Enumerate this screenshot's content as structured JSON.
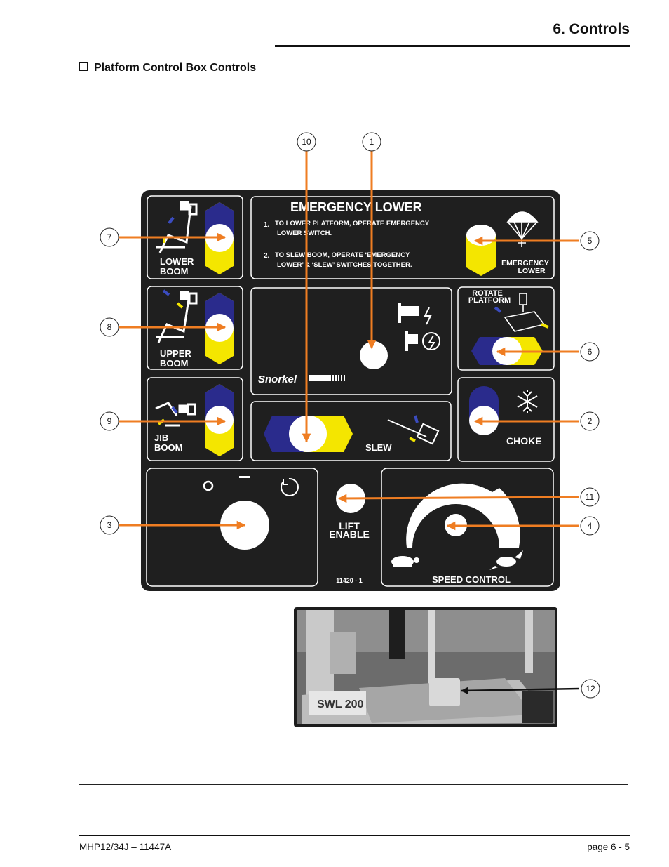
{
  "header": {
    "chapter_title": "6. Controls"
  },
  "section": {
    "heading": "Platform Control Box Controls"
  },
  "panel": {
    "emergency_lower": {
      "title": "EMERGENCY LOWER",
      "step1_num": "1.",
      "step1_line1": "TO LOWER PLATFORM, OPERATE EMERGENCY",
      "step1_line2": "LOWER SWITCH.",
      "step2_num": "2.",
      "step2_line1": "TO SLEW BOOM, OPERATE ‘EMERGENCY",
      "step2_line2": "LOWER’ & ‘SLEW’ SWITCHES TOGETHER.",
      "switch_line1": "EMERGENCY",
      "switch_line2": "LOWER"
    },
    "lower_boom": {
      "line1": "LOWER",
      "line2": "BOOM"
    },
    "upper_boom": {
      "line1": "UPPER",
      "line2": "BOOM"
    },
    "jib_boom": {
      "line1": "JIB",
      "line2": "BOOM"
    },
    "rotate_platform": {
      "line1": "ROTATE",
      "line2": "PLATFORM"
    },
    "brand": "Snorkel",
    "slew_label": "SLEW",
    "choke_label": "CHOKE",
    "lift_enable": {
      "line1": "LIFT",
      "line2": "ENABLE"
    },
    "part_number": "11420 - 1",
    "speed_control_label": "SPEED CONTROL"
  },
  "photo": {
    "plate_text": "SWL 200"
  },
  "callouts": [
    "10",
    "1",
    "7",
    "5",
    "8",
    "6",
    "9",
    "2",
    "11",
    "3",
    "4",
    "12"
  ],
  "footer": {
    "left": "MHP12/34J – 11447A",
    "right": "page  6 - 5"
  },
  "colors": {
    "arrow": "#ef7d22",
    "switch_blue": "#2a2b8c",
    "switch_yellow": "#f4e600",
    "panel": "#1f1f1f"
  }
}
